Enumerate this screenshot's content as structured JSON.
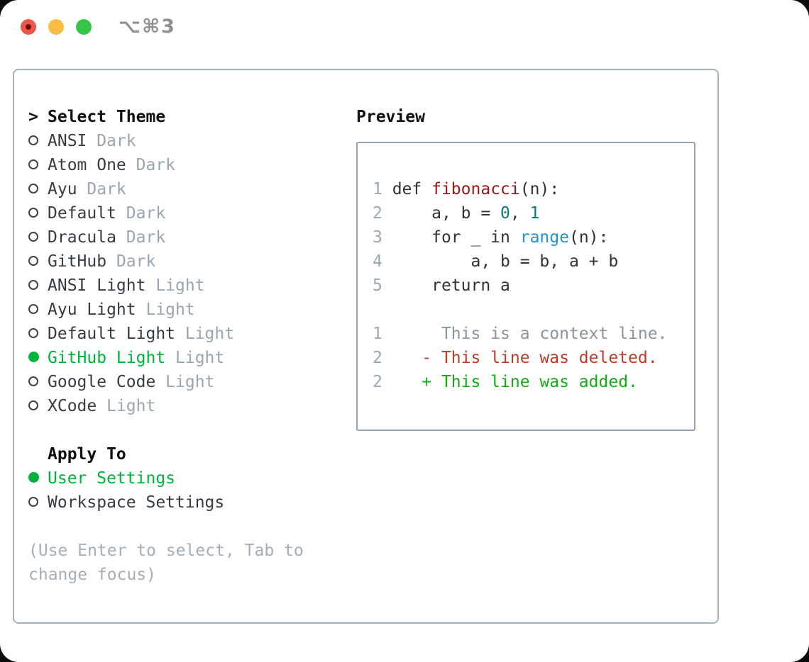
{
  "window": {
    "title": "⌥⌘3",
    "traffic_lights": [
      "close",
      "minimize",
      "zoom"
    ]
  },
  "theme_panel": {
    "prompt": ">",
    "title": "Select Theme",
    "themes": [
      {
        "name": "ANSI",
        "variant": "Dark",
        "selected": false
      },
      {
        "name": "Atom One",
        "variant": "Dark",
        "selected": false
      },
      {
        "name": "Ayu",
        "variant": "Dark",
        "selected": false
      },
      {
        "name": "Default",
        "variant": "Dark",
        "selected": false
      },
      {
        "name": "Dracula",
        "variant": "Dark",
        "selected": false
      },
      {
        "name": "GitHub",
        "variant": "Dark",
        "selected": false
      },
      {
        "name": "ANSI Light",
        "variant": "Light",
        "selected": false
      },
      {
        "name": "Ayu Light",
        "variant": "Light",
        "selected": false
      },
      {
        "name": "Default Light",
        "variant": "Light",
        "selected": false
      },
      {
        "name": "GitHub Light",
        "variant": "Light",
        "selected": true
      },
      {
        "name": "Google Code",
        "variant": "Light",
        "selected": false
      },
      {
        "name": "XCode",
        "variant": "Light",
        "selected": false
      }
    ],
    "apply_to": {
      "title": "Apply To",
      "options": [
        {
          "name": "User Settings",
          "selected": true
        },
        {
          "name": "Workspace Settings",
          "selected": false
        }
      ]
    },
    "hint_lines": [
      "(Use Enter to select, Tab to",
      "change focus)"
    ]
  },
  "preview": {
    "title": "Preview",
    "code_lines": [
      {
        "num": "1",
        "tokens": [
          {
            "t": " def ",
            "c": "plain"
          },
          {
            "t": "fibonacci",
            "c": "func"
          },
          {
            "t": "(n):",
            "c": "plain"
          }
        ]
      },
      {
        "num": "2",
        "tokens": [
          {
            "t": "     a, b = ",
            "c": "plain"
          },
          {
            "t": "0",
            "c": "num"
          },
          {
            "t": ", ",
            "c": "plain"
          },
          {
            "t": "1",
            "c": "num"
          }
        ]
      },
      {
        "num": "3",
        "tokens": [
          {
            "t": "     for _ in ",
            "c": "plain"
          },
          {
            "t": "range",
            "c": "builtin"
          },
          {
            "t": "(n):",
            "c": "plain"
          }
        ]
      },
      {
        "num": "4",
        "tokens": [
          {
            "t": "         a, b = b, a + b",
            "c": "plain"
          }
        ]
      },
      {
        "num": "5",
        "tokens": [
          {
            "t": "     return a",
            "c": "plain"
          }
        ]
      },
      {
        "num": "",
        "tokens": []
      },
      {
        "num": "1",
        "tokens": [
          {
            "t": "      This is a context line.",
            "c": "context"
          }
        ]
      },
      {
        "num": "2",
        "tokens": [
          {
            "t": "    - This line was deleted.",
            "c": "deleted"
          }
        ]
      },
      {
        "num": "2",
        "tokens": [
          {
            "t": "    + This line was added.",
            "c": "added"
          }
        ]
      }
    ]
  },
  "colors": {
    "selection_green": "#00b23c",
    "added_green": "#0db00d",
    "deleted_red": "#c23b28",
    "function_red": "#a31515",
    "number_teal": "#0a7c78",
    "builtin_blue": "#1b95d0",
    "muted_gray": "#9aa5b0",
    "line_number_gray": "#9aa8b5",
    "panel_border": "#a9b1ba",
    "traffic_red": "#f0554c",
    "traffic_yellow": "#f8bd44",
    "traffic_green": "#35c648"
  }
}
